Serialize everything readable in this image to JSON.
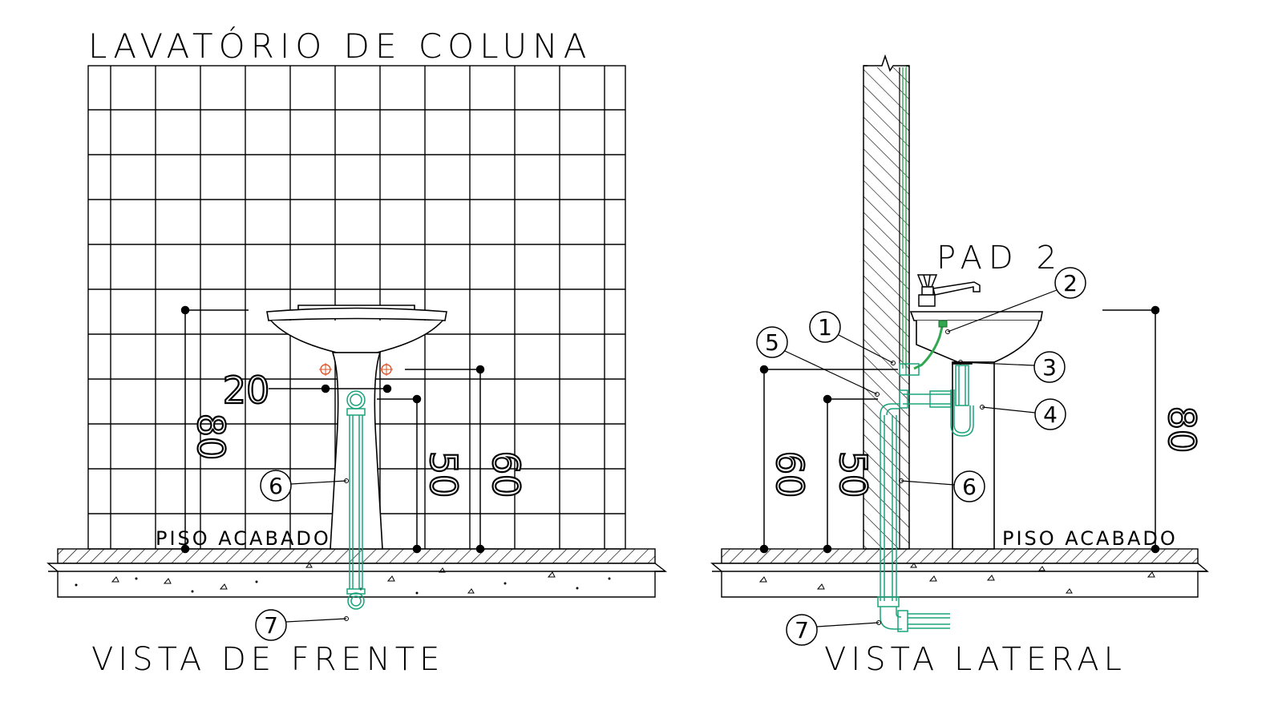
{
  "title": "LAVATÓRIO DE COLUNA",
  "pad_label": "PAD 2",
  "views": {
    "front": {
      "title": "VISTA DE FRENTE",
      "floor_label": "PISO ACABADO",
      "dimensions": {
        "basin_height": "80",
        "drain_height": "50",
        "supply_height": "60",
        "supply_spacing": "20"
      },
      "callouts": [
        "6",
        "7"
      ]
    },
    "side": {
      "title": "VISTA LATERAL",
      "floor_label": "PISO ACABADO",
      "dimensions": {
        "supply_height": "60",
        "drain_height": "50",
        "basin_height": "80"
      },
      "callouts": [
        "1",
        "2",
        "3",
        "4",
        "5",
        "6",
        "7"
      ]
    }
  },
  "colors": {
    "line": "#000000",
    "pipe": "#1aa37a",
    "supply": "#2fa84f",
    "marker": "#e0552a"
  }
}
